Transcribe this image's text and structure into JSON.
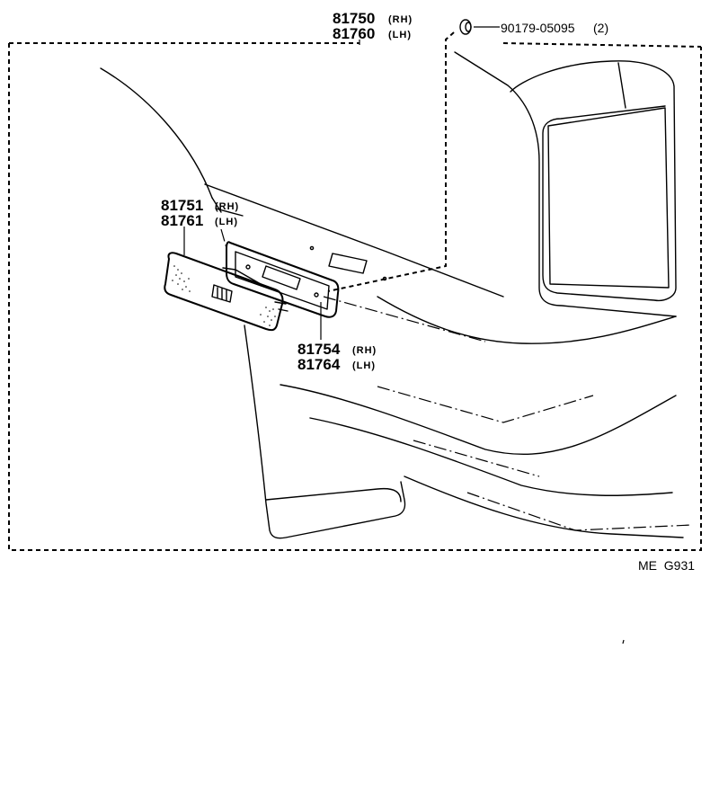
{
  "parts": {
    "assembly": {
      "rh": "81750",
      "rh_side": "(RH)",
      "lh": "81760",
      "lh_side": "(LH)"
    },
    "lens": {
      "rh": "81751",
      "rh_side": "(RH)",
      "lh": "81761",
      "lh_side": "(LH)"
    },
    "gasket": {
      "rh": "81754",
      "rh_side": "(RH)",
      "lh": "81764",
      "lh_side": "(LH)"
    },
    "nut": {
      "number": "90179-05095",
      "qty": "(2)"
    }
  },
  "diagram_code": "ME  G931",
  "icons": [
    "nut-icon",
    "side-marker-lamp-lens",
    "gasket"
  ]
}
